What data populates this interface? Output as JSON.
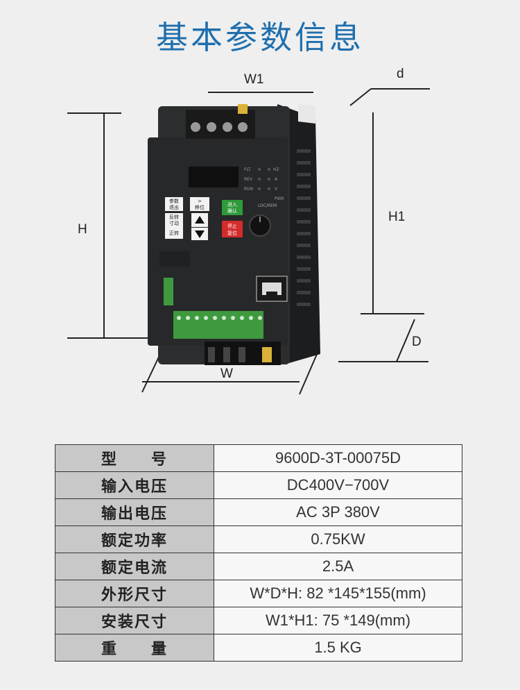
{
  "title": "基本参数信息",
  "dimensions": {
    "w1": "W1",
    "d_small": "d",
    "h": "H",
    "h1": "H1",
    "d": "D",
    "w": "W"
  },
  "device": {
    "indicators": [
      "FLT",
      "REV",
      "RUN",
      "HZ",
      "A",
      "V",
      "PWR"
    ],
    "keys": {
      "param_exit": [
        "参数",
        "退出"
      ],
      "shift_reset": [
        ">",
        "移位"
      ],
      "enter_confirm": [
        "进入",
        "确认"
      ],
      "rev_jog": [
        "反转",
        "寸动"
      ],
      "fwd": "正转",
      "stop_reset": [
        "停止",
        "复位"
      ],
      "loc_rem": "LOC/REM"
    },
    "colors": {
      "body": "#2b2d2e",
      "enter_key": "#2f9a3a",
      "stop_key": "#d42b2b",
      "terminal_green": "#3f9a3f"
    }
  },
  "specs": [
    {
      "key": "型　　号",
      "value": "9600D-3T-00075D"
    },
    {
      "key": "输入电压",
      "value": "DC400V−700V"
    },
    {
      "key": "输出电压",
      "value": "AC 3P 380V"
    },
    {
      "key": "额定功率",
      "value": "0.75KW"
    },
    {
      "key": "额定电流",
      "value": "2.5A"
    },
    {
      "key": "外形尺寸",
      "value": "W*D*H: 82 *145*155(mm)"
    },
    {
      "key": "安装尺寸",
      "value": "W1*H1: 75 *149(mm)"
    },
    {
      "key": "重　　量",
      "value": "1.5 KG"
    }
  ]
}
